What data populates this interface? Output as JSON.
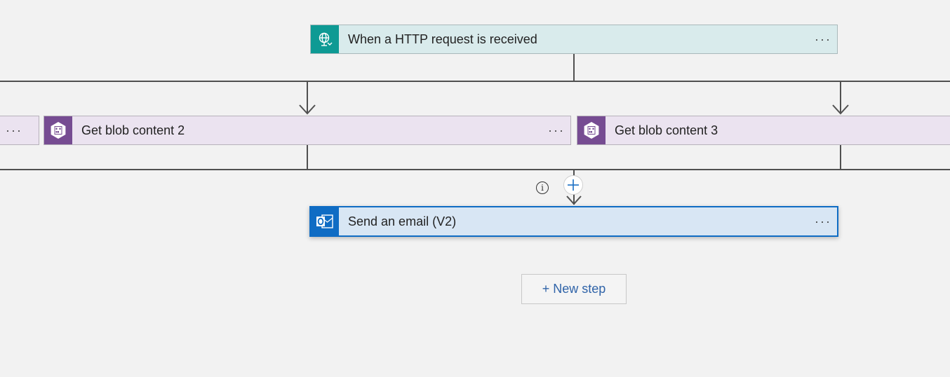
{
  "flow": {
    "trigger": {
      "title": "When a HTTP request is received",
      "menu": "···",
      "icon": "globe-request-icon",
      "accent": "#0e9a94"
    },
    "parallel_actions": [
      {
        "title": "",
        "menu": "···",
        "icon": "blob-storage-icon",
        "accent": "#764c92"
      },
      {
        "title": "Get blob content 2",
        "menu": "···",
        "icon": "blob-storage-icon",
        "accent": "#764c92"
      },
      {
        "title": "Get blob content 3",
        "menu": "···",
        "icon": "blob-storage-icon",
        "accent": "#764c92"
      }
    ],
    "insert_step": {
      "info_symbol": "i",
      "add_icon": "plus-icon"
    },
    "email_action": {
      "title": "Send an email (V2)",
      "menu": "···",
      "icon": "outlook-icon",
      "accent": "#0f6cc4",
      "selected": true
    },
    "new_step_label": "+ New step"
  }
}
